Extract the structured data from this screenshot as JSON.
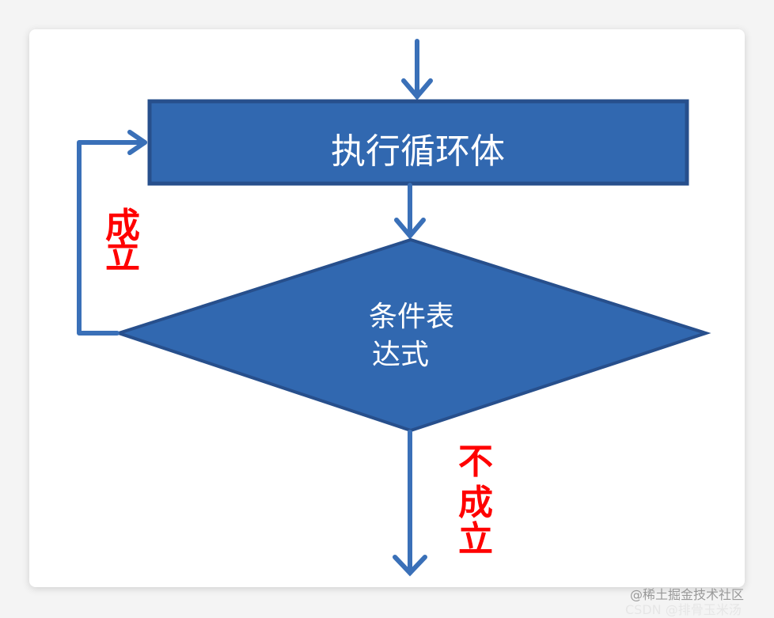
{
  "diagram": {
    "process_box": {
      "label": "执行循环体"
    },
    "decision": {
      "line1": "条件表",
      "line2": "达式"
    },
    "true_label": {
      "line1": "成",
      "line2": "立"
    },
    "false_label": {
      "line1": "不",
      "line2": "成",
      "line3": "立"
    }
  },
  "colors": {
    "shape_fill": "#3168b0",
    "shape_stroke": "#274f8c",
    "arrow": "#3a70b8",
    "label_red": "#ff0000",
    "text_white": "#ffffff"
  },
  "watermarks": {
    "juejin": "@稀土掘金技术社区",
    "csdn": "CSDN @排骨玉米汤"
  }
}
